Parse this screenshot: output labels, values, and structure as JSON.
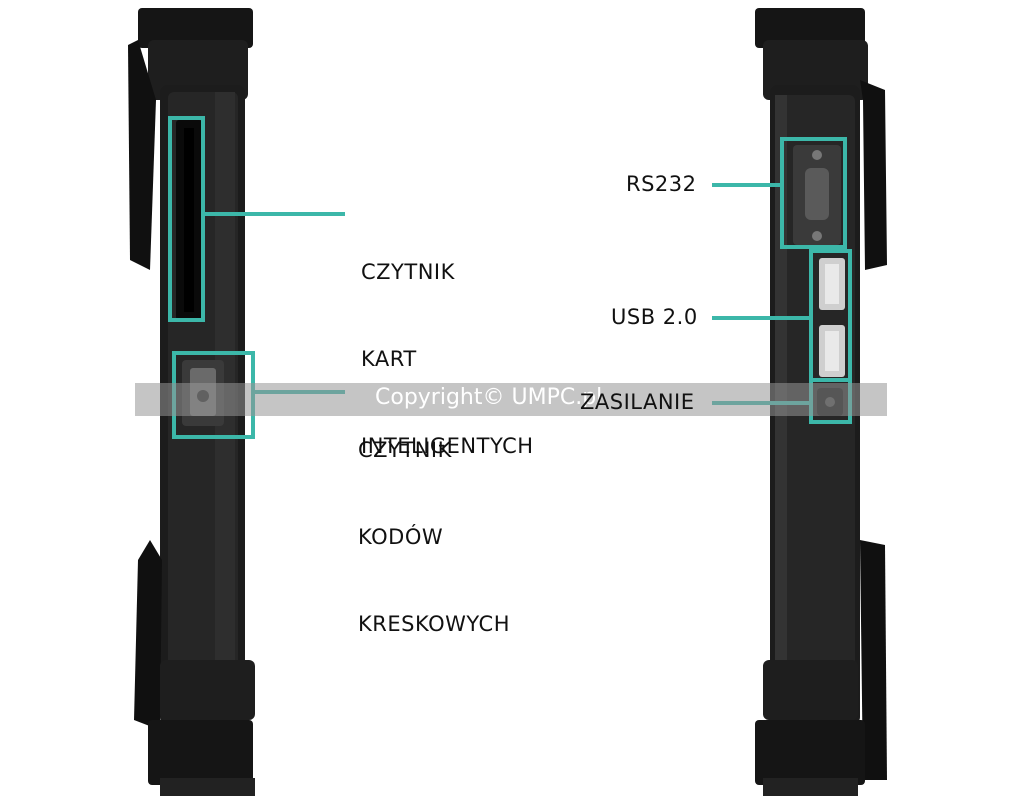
{
  "labels": {
    "card_reader": [
      "CZYTNIK",
      "KART",
      "INTELIGENTYCH"
    ],
    "barcode_reader": [
      "CZYTNIK",
      "KODÓW",
      "KRESKOWYCH"
    ],
    "rs232": "RS232",
    "usb": "USB 2.0",
    "power": "ZASILANIE"
  },
  "watermark": "Copyright© UMPC.pl",
  "colors": {
    "accent": "#3cb7a9",
    "device": "#1b1b1b"
  }
}
